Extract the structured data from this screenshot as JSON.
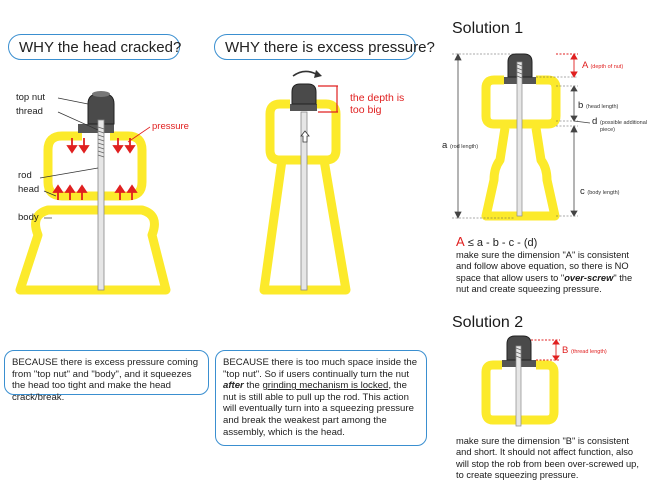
{
  "panel1": {
    "title": "WHY the head cracked?",
    "labels": {
      "top_nut": "top nut",
      "thread": "thread",
      "pressure": "pressure",
      "rod": "rod",
      "head": "head",
      "body": "body"
    },
    "explanation": "BECAUSE there is excess pressure coming from \"top nut\" and \"body\", and it squeezes the head too tight and make the head crack/break."
  },
  "panel2": {
    "title": "WHY there is excess pressure?",
    "depth_note_1": "the depth is",
    "depth_note_2": "too big",
    "explanation": {
      "p1": "BECAUSE there is too much space inside  the \"top nut\". So if users continually turn the nut ",
      "after": "after",
      "p2": " the ",
      "grinding": "grinding mechanism is locked",
      "p3": ", the nut is still able to pull up the rod. This action will eventually turn into a squeezing pressure and break the weakest part among the assembly, which is the head."
    }
  },
  "solution1": {
    "title": "Solution 1",
    "A": "A",
    "A_desc": "(depth of nut)",
    "b": "b",
    "b_desc": "(head length)",
    "d": "d",
    "d_desc_1": "(possible additional",
    "d_desc_2": "piece)",
    "a": "a",
    "a_desc": "(rod length)",
    "c": "c",
    "c_desc": "(body length)",
    "equation_A": "A",
    "equation_rest": " ≤ a - b - c - (d)",
    "note": {
      "p1": "make sure the dimension \"A\" is consistent and follow above equation, so there is NO space that allow users to \"",
      "over": "over-screw",
      "p2": "\" the nut and create squeezing pressure."
    }
  },
  "solution2": {
    "title": "Solution 2",
    "B": "B",
    "B_desc": "(thread length)",
    "note": "make sure the dimension \"B\" is consistent and short. It should not affect function, also will stop the rob from been over-screwed up, to create squeezing pressure."
  },
  "colors": {
    "yellow": "#fcea2b",
    "blue_border": "#3a8fd0",
    "panel_bg": "#d9ecfa",
    "red": "#e02020",
    "nut": "#4a4a4a"
  }
}
